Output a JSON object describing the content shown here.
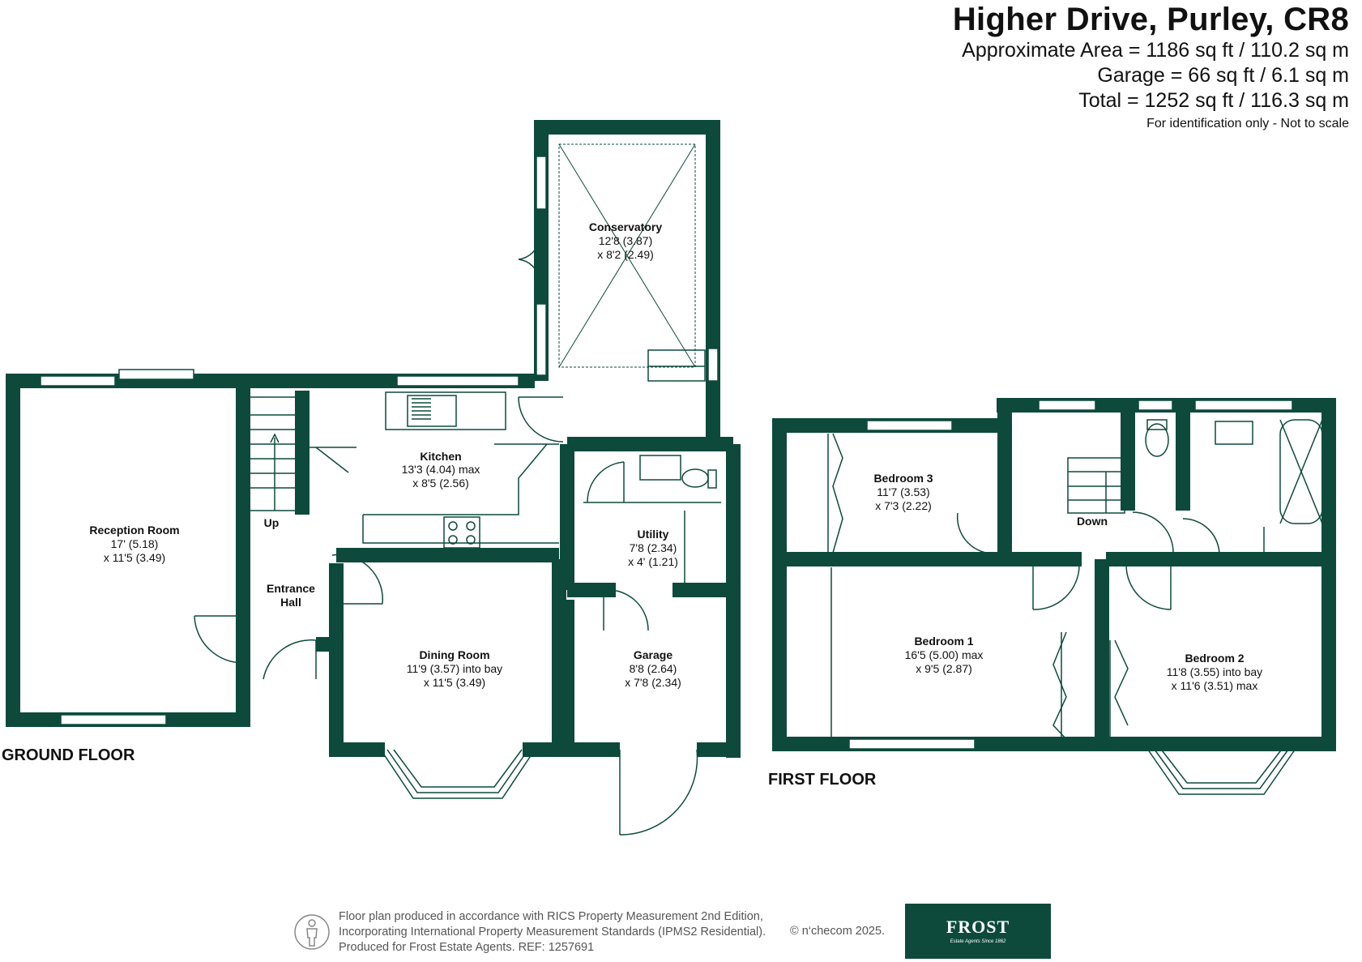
{
  "header": {
    "title": "Higher Drive, Purley, CR8",
    "area_lines": [
      "Approximate Area = 1186 sq ft / 110.2 sq m",
      "Garage = 66 sq ft / 6.1 sq m",
      "Total = 1252 sq ft / 116.3 sq m"
    ],
    "note": "For identification only - Not to scale"
  },
  "floors": {
    "ground": "GROUND FLOOR",
    "first": "FIRST FLOOR"
  },
  "rooms": {
    "reception": {
      "name": "Reception Room",
      "dim1": "17' (5.18)",
      "dim2": "x 11'5 (3.49)"
    },
    "kitchen": {
      "name": "Kitchen",
      "dim1": "13'3 (4.04) max",
      "dim2": "x 8'5 (2.56)"
    },
    "conservatory": {
      "name": "Conservatory",
      "dim1": "12'8 (3.87)",
      "dim2": "x 8'2 (2.49)"
    },
    "utility": {
      "name": "Utility",
      "dim1": "7'8 (2.34)",
      "dim2": "x 4' (1.21)"
    },
    "entrance": {
      "name1": "Entrance",
      "name2": "Hall"
    },
    "dining": {
      "name": "Dining Room",
      "dim1": "11'9 (3.57) into bay",
      "dim2": "x 11'5 (3.49)"
    },
    "garage": {
      "name": "Garage",
      "dim1": "8'8 (2.64)",
      "dim2": "x 7'8 (2.34)"
    },
    "bedroom3": {
      "name": "Bedroom 3",
      "dim1": "11'7 (3.53)",
      "dim2": "x 7'3 (2.22)"
    },
    "bedroom1": {
      "name": "Bedroom 1",
      "dim1": "16'5 (5.00) max",
      "dim2": "x 9'5 (2.87)"
    },
    "bedroom2": {
      "name": "Bedroom 2",
      "dim1": "11'8 (3.55) into bay",
      "dim2": "x 11'6 (3.51) max"
    }
  },
  "stairs": {
    "up": "Up",
    "down": "Down"
  },
  "footer": {
    "lines": [
      "Floor plan produced in accordance with RICS Property Measurement 2nd Edition,",
      "Incorporating International Property Measurement Standards (IPMS2 Residential).",
      "Produced for Frost Estate Agents.   REF:  1257691"
    ],
    "credit": "© n‘checom 2025.",
    "logo_word": "FROST",
    "logo_sub": "Estate Agents Since 1862"
  },
  "colors": {
    "wall": "#0d4a3c",
    "text": "#111111",
    "footer_text": "#555555"
  }
}
